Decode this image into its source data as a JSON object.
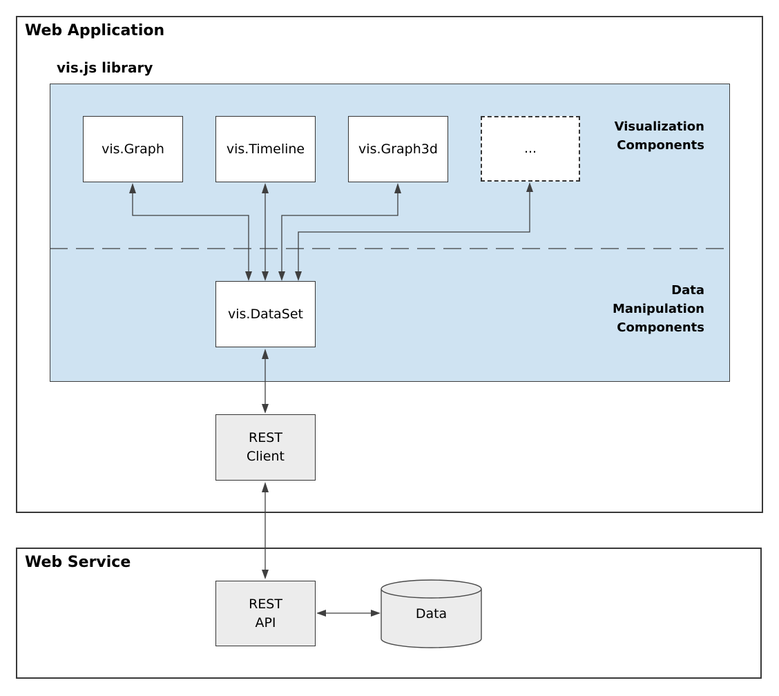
{
  "colors": {
    "panel_blue": "#cfe3f2",
    "box_gray": "#ececec",
    "box_white": "#ffffff",
    "border_dark": "#383838",
    "connector": "#3f3f3f"
  },
  "web_application": {
    "title": "Web Application",
    "library": {
      "label": "vis.js library",
      "visualization_section_label": "Visualization\nComponents",
      "data_section_label": "Data\nManipulation\nComponents",
      "components": [
        {
          "label": "vis.Graph"
        },
        {
          "label": "vis.Timeline"
        },
        {
          "label": "vis.Graph3d"
        },
        {
          "label": "..."
        }
      ],
      "dataset_label": "vis.DataSet"
    },
    "rest_client_label": "REST\nClient"
  },
  "web_service": {
    "title": "Web Service",
    "rest_api_label": "REST\nAPI",
    "data_label": "Data"
  }
}
